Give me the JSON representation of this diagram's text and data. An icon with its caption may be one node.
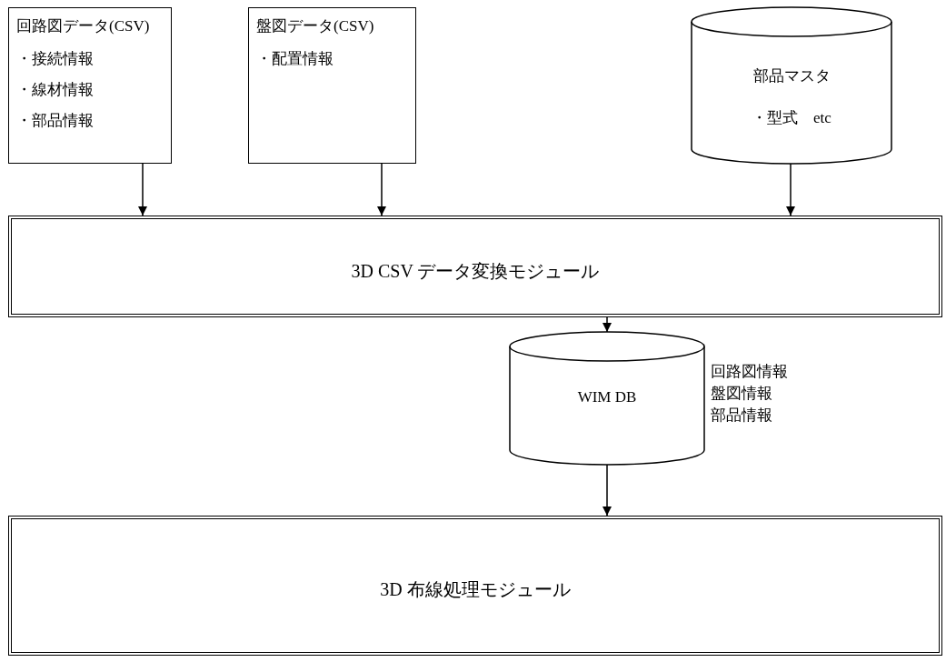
{
  "diagram": {
    "nodes": [
      {
        "text": [
          "回路図データ(CSV)",
          "・接続情報",
          "・線材情報",
          "・部品情報"
        ]
      },
      {
        "text": [
          "盤図データ(CSV)",
          "・配置情報"
        ]
      },
      {
        "text": [
          "部品マスタ",
          "・型式　etc"
        ]
      },
      {
        "text": [
          "3D CSV データ変換モジュール"
        ]
      },
      {
        "text": [
          "WIM DB"
        ],
        "beside": [
          "回路図情報",
          "盤図情報",
          "部品情報"
        ]
      },
      {
        "text": [
          "3D 布線処理モジュール"
        ]
      }
    ],
    "edges": [
      {
        "from": 0,
        "to": 3,
        "arrow": "to"
      },
      {
        "from": 1,
        "to": 3,
        "arrow": "to"
      },
      {
        "from": 2,
        "to": 3,
        "arrow": "to"
      },
      {
        "from": 3,
        "to": 4,
        "arrow": "to"
      },
      {
        "from": 4,
        "to": 5,
        "arrow": "to"
      }
    ]
  }
}
